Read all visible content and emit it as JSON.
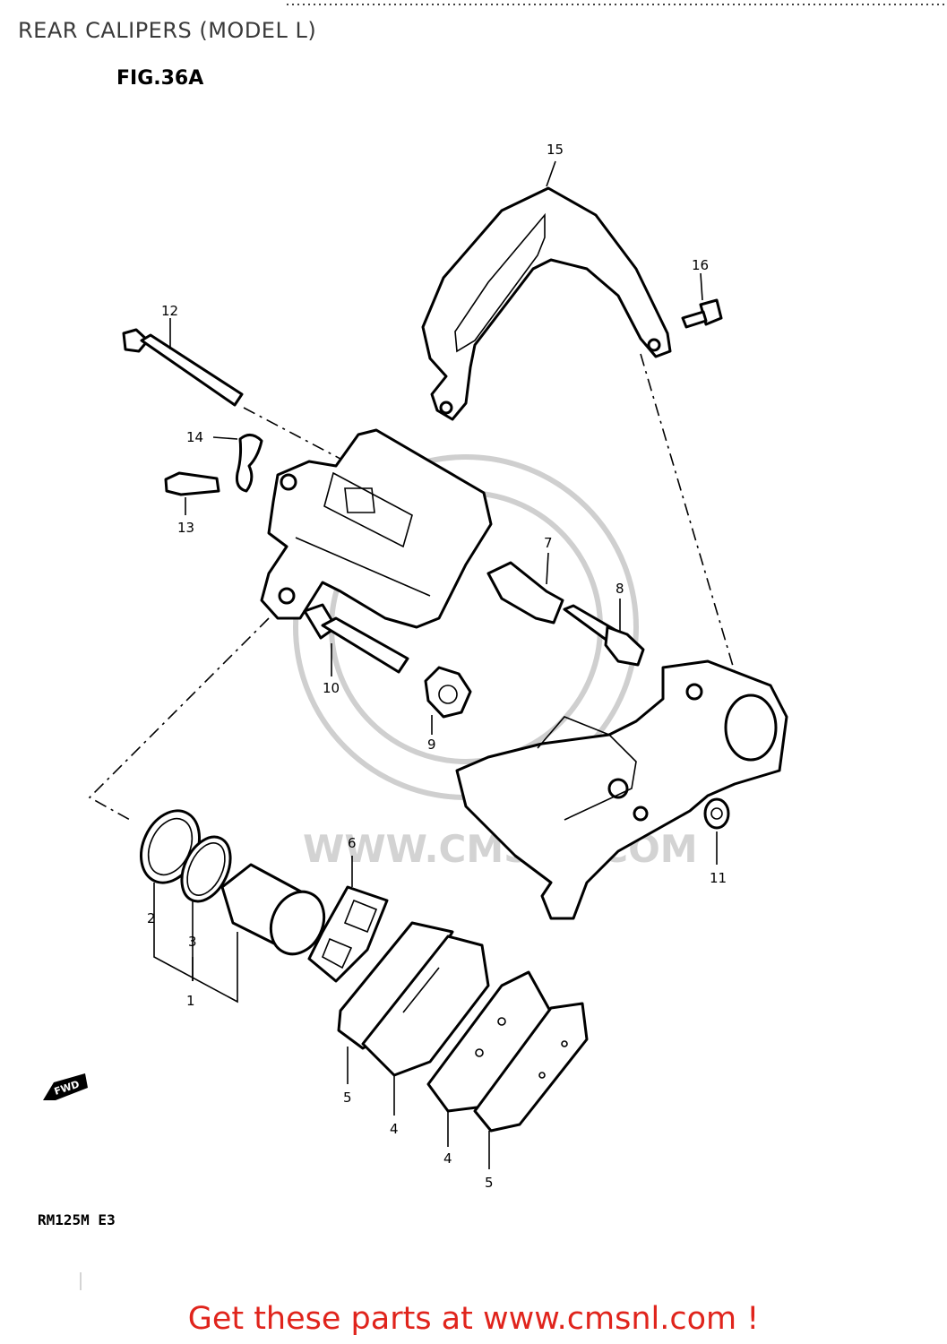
{
  "page_title": "REAR CALIPERS (MODEL L)",
  "figure_label": "FIG.36A",
  "model_code": "RM125M  E3",
  "watermark": {
    "text": "WWW.CMSNL.COM"
  },
  "fwd_arrow_label": "FWD",
  "callouts": {
    "c1": "1",
    "c2": "2",
    "c3": "3",
    "c4a": "4",
    "c4b": "4",
    "c5a": "5",
    "c5b": "5",
    "c6": "6",
    "c7": "7",
    "c8": "8",
    "c9": "9",
    "c10": "10",
    "c11": "11",
    "c12": "12",
    "c13": "13",
    "c14": "14",
    "c15": "15",
    "c16": "16"
  },
  "cta": {
    "text": "Get these parts at www.cmsnl.com !"
  },
  "colors": {
    "cta": "#e0241c",
    "line": "#000000",
    "watermark": "#d3d3d3"
  }
}
